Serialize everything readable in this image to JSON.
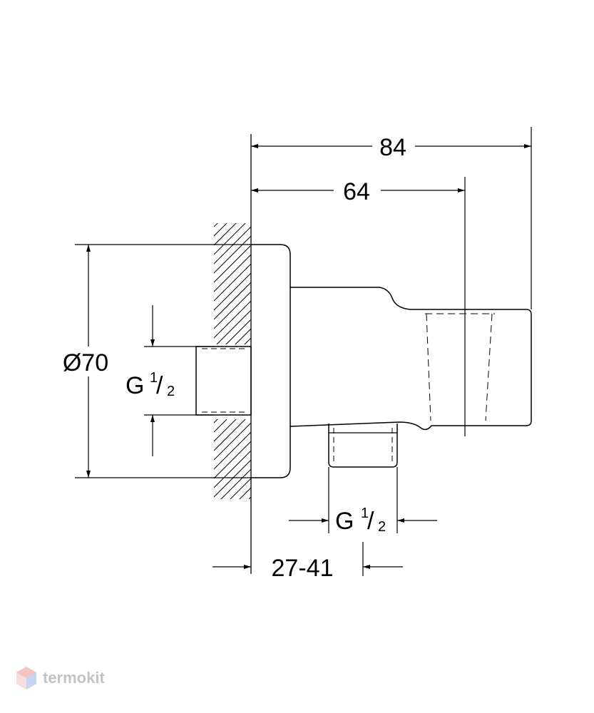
{
  "dimensions": {
    "overall_length": "84",
    "body_length": "64",
    "flange_diameter": "Ø70",
    "inlet_thread": {
      "letter": "G",
      "numerator": "1",
      "denominator": "2"
    },
    "outlet_thread": {
      "letter": "G",
      "numerator": "1",
      "denominator": "2"
    },
    "wall_depth": "27-41"
  },
  "watermark": {
    "text": "termokit",
    "colors": [
      "#e25555",
      "#5b8de0"
    ]
  }
}
